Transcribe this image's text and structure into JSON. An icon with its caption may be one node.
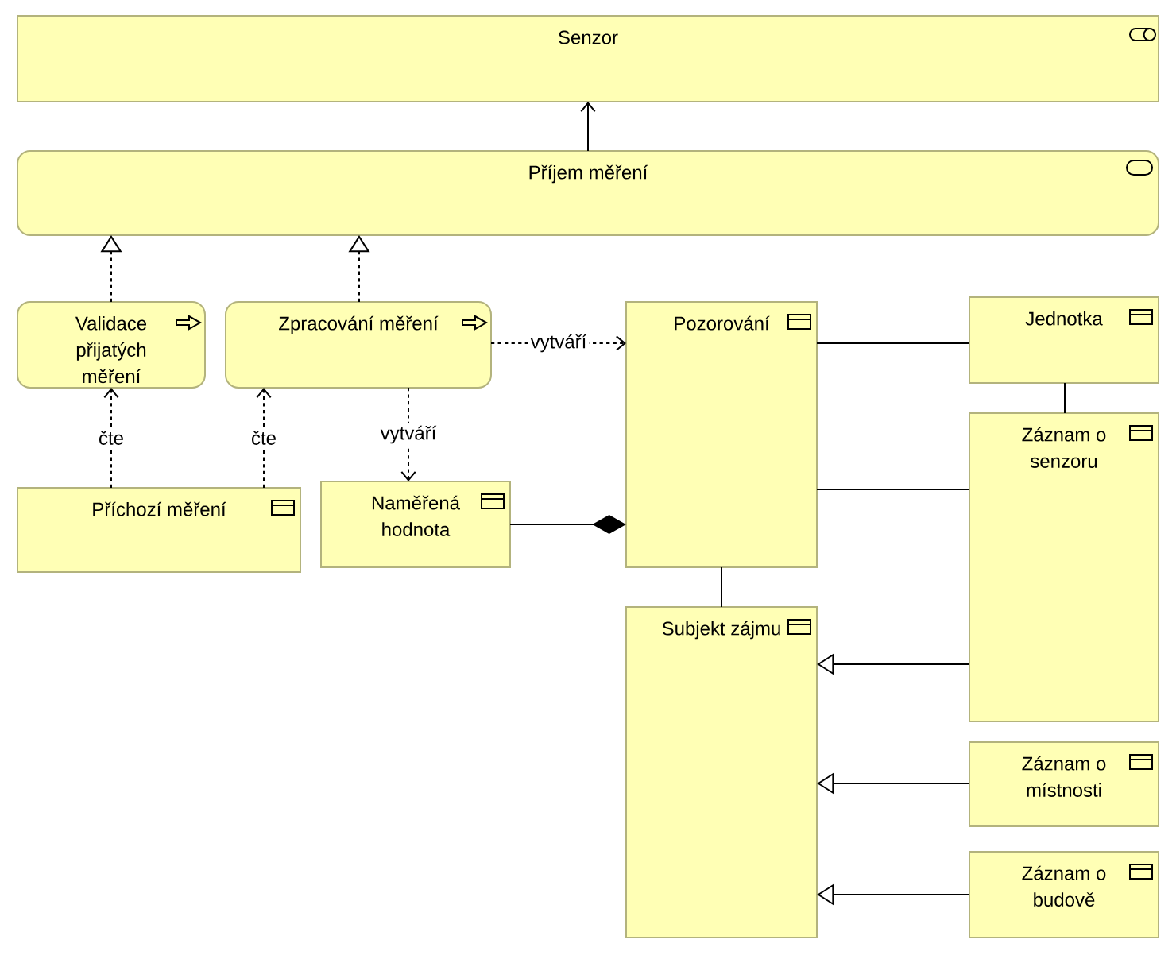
{
  "diagram": {
    "nodes": [
      {
        "text": [
          "Senzor"
        ]
      },
      {
        "text": [
          "Příjem měření"
        ]
      },
      {
        "text": [
          "Validace přijatých měření"
        ]
      },
      {
        "text": [
          "Zpracování měření"
        ]
      },
      {
        "text": [
          "Pozorování"
        ]
      },
      {
        "text": [
          "Jednotka"
        ]
      },
      {
        "text": [
          "Záznam o senzoru"
        ]
      },
      {
        "text": [
          "Příchozí měření"
        ]
      },
      {
        "text": [
          "Naměřená hodnota"
        ]
      },
      {
        "text": [
          "Subjekt zájmu"
        ]
      },
      {
        "text": [
          "Záznam o místnosti"
        ]
      },
      {
        "text": [
          "Záznam o budově"
        ]
      }
    ],
    "edges": [
      {
        "from": 1,
        "to": 0,
        "arrow": "to"
      },
      {
        "from": 2,
        "to": 1,
        "arrow": "to",
        "style": "dashed"
      },
      {
        "from": 3,
        "to": 1,
        "arrow": "to",
        "style": "dashed"
      },
      {
        "from": 7,
        "to": 2,
        "arrow": "to",
        "label": "čte",
        "style": "dashed"
      },
      {
        "from": 7,
        "to": 3,
        "arrow": "to",
        "label": "čte",
        "style": "dashed"
      },
      {
        "from": 3,
        "to": 4,
        "arrow": "to",
        "label": "vytváří",
        "style": "dashed"
      },
      {
        "from": 3,
        "to": 8,
        "arrow": "to",
        "label": "vytváří",
        "style": "dashed"
      },
      {
        "from": 8,
        "to": 4,
        "arrow": "other"
      },
      {
        "from": 4,
        "to": 5,
        "arrow": "none"
      },
      {
        "from": 4,
        "to": 6,
        "arrow": "none"
      },
      {
        "from": 5,
        "to": 6,
        "arrow": "none"
      },
      {
        "from": 4,
        "to": 9,
        "arrow": "none"
      },
      {
        "from": 6,
        "to": 9,
        "arrow": "to"
      },
      {
        "from": 10,
        "to": 9,
        "arrow": "to"
      },
      {
        "from": 11,
        "to": 9,
        "arrow": "to"
      }
    ]
  }
}
